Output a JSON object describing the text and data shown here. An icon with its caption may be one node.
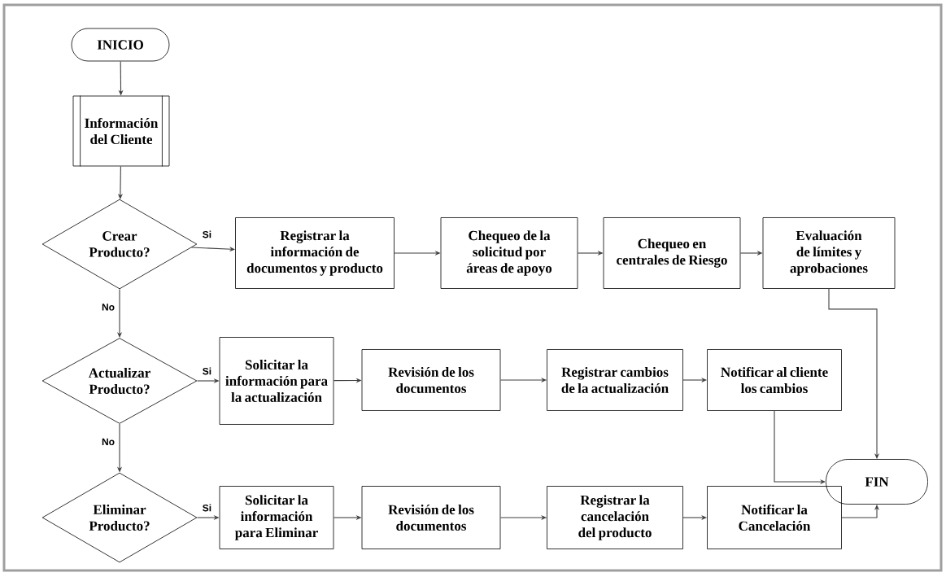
{
  "diagram": {
    "nodes": [
      {
        "text": [
          "INICIO"
        ]
      },
      {
        "text": [
          "Información del Cliente"
        ]
      },
      {
        "text": [
          "Crear Producto?"
        ]
      },
      {
        "text": [
          "Registrar la información de documentos y producto"
        ]
      },
      {
        "text": [
          "Chequeo de la solicitud por áreas de apoyo"
        ]
      },
      {
        "text": [
          "Chequeo en centrales de Riesgo"
        ]
      },
      {
        "text": [
          "Evaluación de límites y aprobaciones"
        ]
      },
      {
        "text": [
          "Actualizar Producto?"
        ]
      },
      {
        "text": [
          "Solicitar la información para la actualización"
        ]
      },
      {
        "text": [
          "Revisión de los documentos"
        ]
      },
      {
        "text": [
          "Registrar cambios de la actualización"
        ]
      },
      {
        "text": [
          "Notificar al cliente los cambios"
        ]
      },
      {
        "text": [
          "FIN"
        ]
      },
      {
        "text": [
          "Eliminar Producto?"
        ]
      },
      {
        "text": [
          "Solicitar la información para Eliminar"
        ]
      },
      {
        "text": [
          "Revisión de los documentos"
        ]
      },
      {
        "text": [
          "Registrar la cancelación del producto"
        ]
      },
      {
        "text": [
          "Notificar la Cancelación"
        ]
      }
    ],
    "edges": [
      {
        "from": 0,
        "to": 1,
        "arrow": "to"
      },
      {
        "from": 1,
        "to": 2,
        "arrow": "to"
      },
      {
        "from": 2,
        "to": 3,
        "arrow": "to",
        "label": "Si"
      },
      {
        "from": 3,
        "to": 4,
        "arrow": "to"
      },
      {
        "from": 4,
        "to": 5,
        "arrow": "to"
      },
      {
        "from": 5,
        "to": 6,
        "arrow": "to"
      },
      {
        "from": 6,
        "to": 12,
        "arrow": "to"
      },
      {
        "from": 2,
        "to": 7,
        "arrow": "to",
        "label": "No"
      },
      {
        "from": 7,
        "to": 8,
        "arrow": "to",
        "label": "Si"
      },
      {
        "from": 8,
        "to": 9,
        "arrow": "to"
      },
      {
        "from": 9,
        "to": 10,
        "arrow": "to"
      },
      {
        "from": 10,
        "to": 11,
        "arrow": "to"
      },
      {
        "from": 11,
        "to": 12,
        "arrow": "to"
      },
      {
        "from": 7,
        "to": 13,
        "arrow": "to",
        "label": "No"
      },
      {
        "from": 13,
        "to": 14,
        "arrow": "to",
        "label": "Si"
      },
      {
        "from": 14,
        "to": 15,
        "arrow": "to"
      },
      {
        "from": 15,
        "to": 16,
        "arrow": "to"
      },
      {
        "from": 16,
        "to": 17,
        "arrow": "to"
      },
      {
        "from": 17,
        "to": 12,
        "arrow": "to"
      }
    ]
  }
}
